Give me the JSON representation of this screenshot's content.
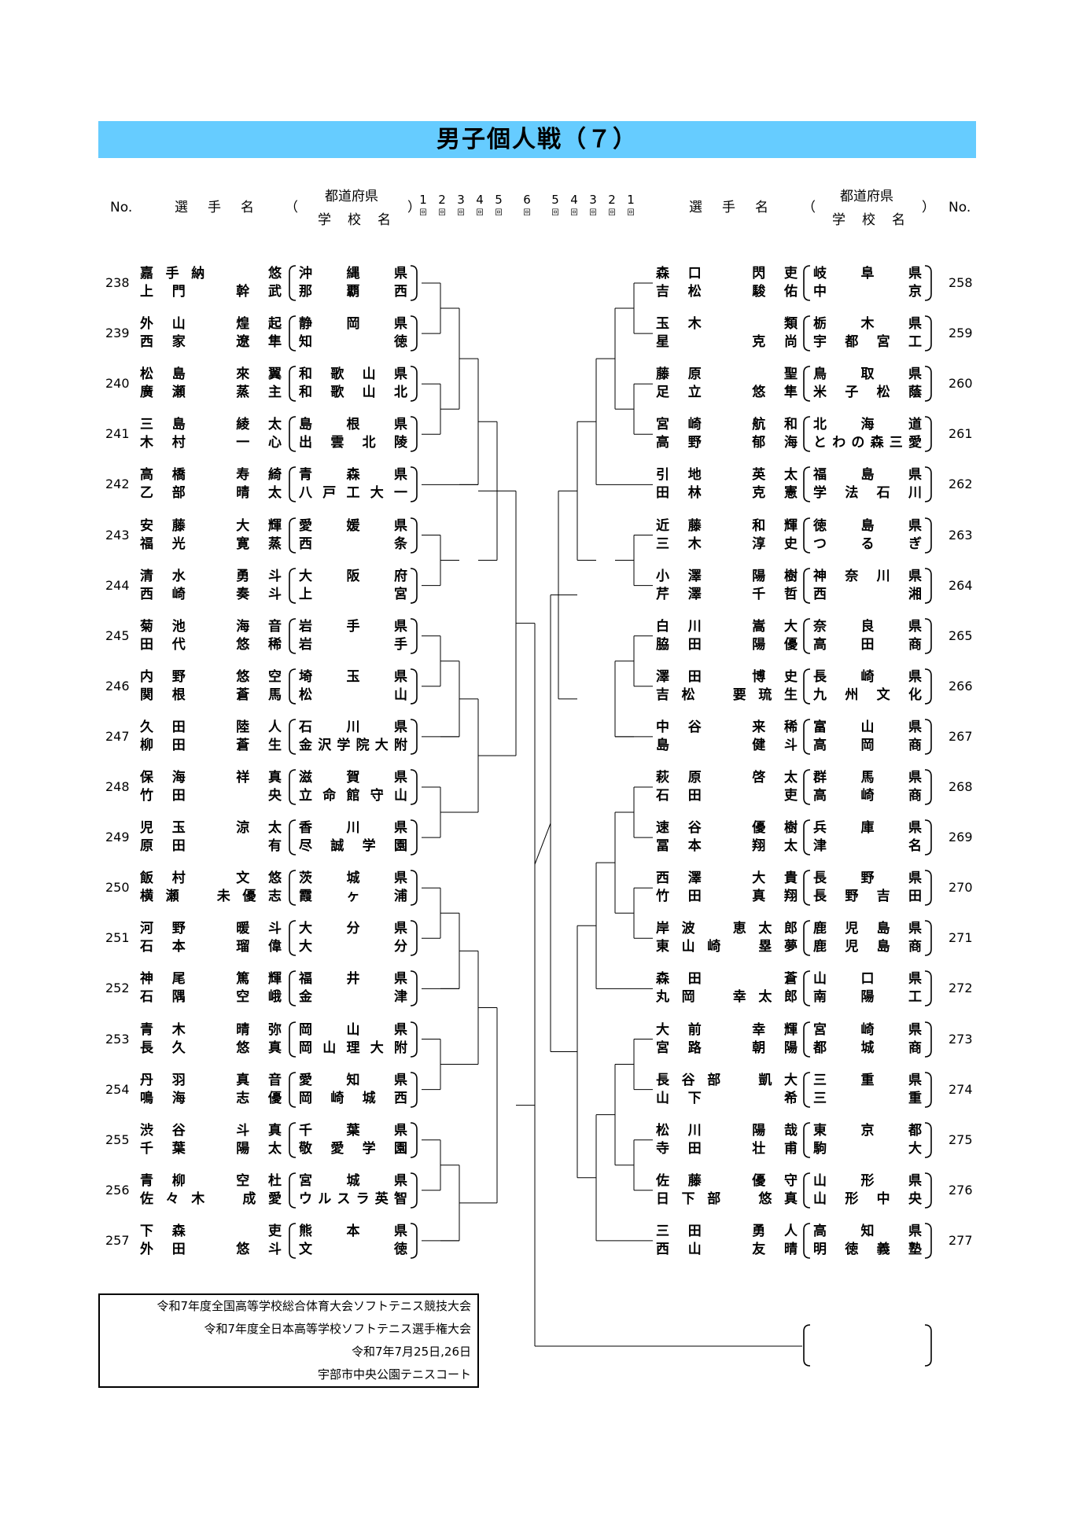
{
  "title": "男子個人戦（７）",
  "header": {
    "no": "No.",
    "player_name": "選　手　名",
    "paren_open": "（",
    "paren_close": "）",
    "prefecture": "都道府県",
    "school": "学　校　名",
    "rounds_left": [
      "1",
      "2",
      "3",
      "4",
      "5",
      "6"
    ],
    "rounds_right": [
      "5",
      "4",
      "3",
      "2",
      "1"
    ],
    "round_unit": "回"
  },
  "left_players": [
    {
      "no": "238",
      "name1": "嘉手納　　悠",
      "name2": "上門　幹武",
      "school1": "沖縄県",
      "school2": "那覇西"
    },
    {
      "no": "239",
      "name1": "外山　煌起",
      "name2": "西家　遼隼",
      "school1": "静岡県",
      "school2": "知　　徳"
    },
    {
      "no": "240",
      "name1": "松島　來翼",
      "name2": "廣瀬　蒸主",
      "school1": "和歌山県",
      "school2": "和歌山北"
    },
    {
      "no": "241",
      "name1": "三島　綾太",
      "name2": "木村　一心",
      "school1": "島根県",
      "school2": "出雲北陵"
    },
    {
      "no": "242",
      "name1": "高橋　寿綺",
      "name2": "乙部　晴太",
      "school1": "青森県",
      "school2": "八戸工大一"
    },
    {
      "no": "243",
      "name1": "安藤　大輝",
      "name2": "福光　寛蒸",
      "school1": "愛媛県",
      "school2": "西　　条"
    },
    {
      "no": "244",
      "name1": "清水　勇斗",
      "name2": "西崎　奏斗",
      "school1": "大阪府",
      "school2": "上　　宮"
    },
    {
      "no": "245",
      "name1": "菊池　海音",
      "name2": "田代　悠稀",
      "school1": "岩手県",
      "school2": "岩　　手"
    },
    {
      "no": "246",
      "name1": "内野　悠空",
      "name2": "関根　蒼馬",
      "school1": "埼玉県",
      "school2": "松　　山"
    },
    {
      "no": "247",
      "name1": "久田　陸人",
      "name2": "柳田　蒼生",
      "school1": "石川県",
      "school2": "金沢学院大附"
    },
    {
      "no": "248",
      "name1": "保海　祥真",
      "name2": "竹田　　央",
      "school1": "滋賀県",
      "school2": "立命館守山"
    },
    {
      "no": "249",
      "name1": "児玉　涼太",
      "name2": "原田　　有",
      "school1": "香川県",
      "school2": "尽誠学園"
    },
    {
      "no": "250",
      "name1": "飯村　文悠",
      "name2": "横瀬　未優志",
      "school1": "茨城県",
      "school2": "霞ヶ浦"
    },
    {
      "no": "251",
      "name1": "河野　暖斗",
      "name2": "石本　瑠偉",
      "school1": "大分県",
      "school2": "大　　分"
    },
    {
      "no": "252",
      "name1": "神尾　篤輝",
      "name2": "石隅　空峨",
      "school1": "福井県",
      "school2": "金　　津"
    },
    {
      "no": "253",
      "name1": "青木　晴弥",
      "name2": "長久　悠真",
      "school1": "岡山県",
      "school2": "岡山理大附"
    },
    {
      "no": "254",
      "name1": "丹羽　真音",
      "name2": "鳴海　志優",
      "school1": "愛知県",
      "school2": "岡崎城西"
    },
    {
      "no": "255",
      "name1": "渋谷　斗真",
      "name2": "千葉　陽太",
      "school1": "千葉県",
      "school2": "敬愛学園"
    },
    {
      "no": "256",
      "name1": "青柳　空杜",
      "name2": "佐々木　成愛",
      "school1": "宮城県",
      "school2": "ウルスラ英智"
    },
    {
      "no": "257",
      "name1": "下森　　吏",
      "name2": "外田　悠斗",
      "school1": "熊本県",
      "school2": "文　　徳"
    }
  ],
  "right_players": [
    {
      "no": "258",
      "name1": "森口　閃吏",
      "name2": "吉松　駿佑",
      "school1": "岐阜県",
      "school2": "中　　京"
    },
    {
      "no": "259",
      "name1": "玉木　　類",
      "name2": "星　　克尚",
      "school1": "栃木県",
      "school2": "宇都宮工"
    },
    {
      "no": "260",
      "name1": "藤原　　聖",
      "name2": "足立　悠隼",
      "school1": "鳥取県",
      "school2": "米子松蔭"
    },
    {
      "no": "261",
      "name1": "宮崎　航和",
      "name2": "高野　郁海",
      "school1": "北海道",
      "school2": "とわの森三愛"
    },
    {
      "no": "262",
      "name1": "引地　英太",
      "name2": "田林　克憲",
      "school1": "福島県",
      "school2": "学法石川"
    },
    {
      "no": "263",
      "name1": "近藤　和輝",
      "name2": "三木　淳史",
      "school1": "徳島県",
      "school2": "つるぎ"
    },
    {
      "no": "264",
      "name1": "小澤　陽樹",
      "name2": "芹澤　千哲",
      "school1": "神奈川県",
      "school2": "西　　湘"
    },
    {
      "no": "265",
      "name1": "白川　嵩大",
      "name2": "脇田　陽優",
      "school1": "奈良県",
      "school2": "高田商"
    },
    {
      "no": "266",
      "name1": "澤田　博史",
      "name2": "吉松　要琉生",
      "school1": "長崎県",
      "school2": "九州文化"
    },
    {
      "no": "267",
      "name1": "中谷　来稀",
      "name2": "島　　健斗",
      "school1": "富山県",
      "school2": "高岡商"
    },
    {
      "no": "268",
      "name1": "萩原　啓太",
      "name2": "石田　　吏",
      "school1": "群馬県",
      "school2": "高崎商"
    },
    {
      "no": "269",
      "name1": "速谷　優樹",
      "name2": "冨本　翔太",
      "school1": "兵庫県",
      "school2": "津　　名"
    },
    {
      "no": "270",
      "name1": "西澤　大貴",
      "name2": "竹田　真翔",
      "school1": "長野県",
      "school2": "長野吉田"
    },
    {
      "no": "271",
      "name1": "岸波　恵太郎",
      "name2": "東山崎　塁夢",
      "school1": "鹿児島県",
      "school2": "鹿児島商"
    },
    {
      "no": "272",
      "name1": "森田　　蒼",
      "name2": "丸岡　幸太郎",
      "school1": "山口県",
      "school2": "南陽工"
    },
    {
      "no": "273",
      "name1": "大前　幸輝",
      "name2": "宮路　朝陽",
      "school1": "宮崎県",
      "school2": "都城商"
    },
    {
      "no": "274",
      "name1": "長谷部　凱大",
      "name2": "山下　　希",
      "school1": "三重県",
      "school2": "三　　重"
    },
    {
      "no": "275",
      "name1": "松川　陽哉",
      "name2": "寺田　壮甫",
      "school1": "東京都",
      "school2": "駒　　大"
    },
    {
      "no": "276",
      "name1": "佐藤　優守",
      "name2": "日下部　悠真",
      "school1": "山形県",
      "school2": "山形中央"
    },
    {
      "no": "277",
      "name1": "三田　勇人",
      "name2": "西山　友晴",
      "school1": "高知県",
      "school2": "明徳義塾"
    }
  ],
  "footer": {
    "line1": "令和7年度全国高等学校総合体育大会ソフトテニス競技大会",
    "line2": "令和7年度全日本高等学校ソフトテニス選手権大会",
    "line3": "令和7年7月25日,26日",
    "line4": "宇部市中央公園テニスコート"
  }
}
